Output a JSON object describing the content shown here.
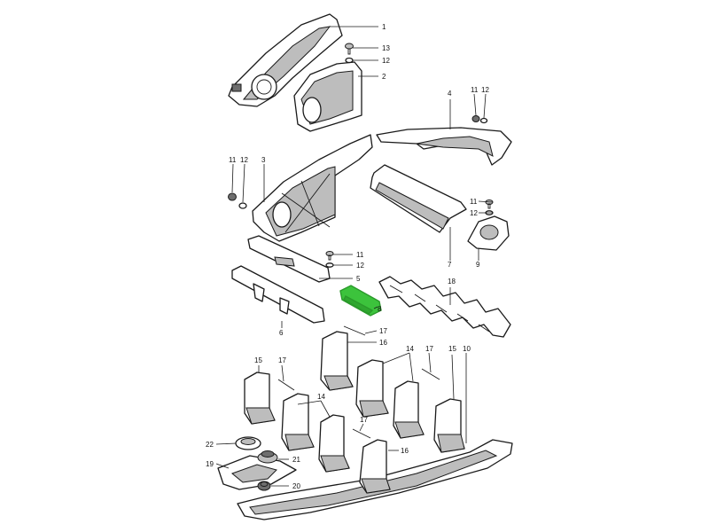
{
  "diagram": {
    "highlight_color": "#3cc33c",
    "callouts": {
      "p1": "1",
      "p2": "2",
      "p3": "3",
      "p4": "4",
      "p5": "5",
      "p6": "6",
      "p7": "7",
      "p8": "8",
      "p9": "9",
      "p10": "10",
      "p11a": "11",
      "p11b": "11",
      "p11c": "11",
      "p11d": "11",
      "p12a": "12",
      "p12b": "12",
      "p12c": "12",
      "p12d": "12",
      "p12e": "12",
      "p13": "13",
      "p14a": "14",
      "p14b": "14",
      "p15a": "15",
      "p15b": "15",
      "p16a": "16",
      "p16b": "16",
      "p17a": "17",
      "p17b": "17",
      "p17c": "17",
      "p17d": "17",
      "p18": "18",
      "p19": "19",
      "p20": "20",
      "p21": "21",
      "p22": "22"
    }
  }
}
